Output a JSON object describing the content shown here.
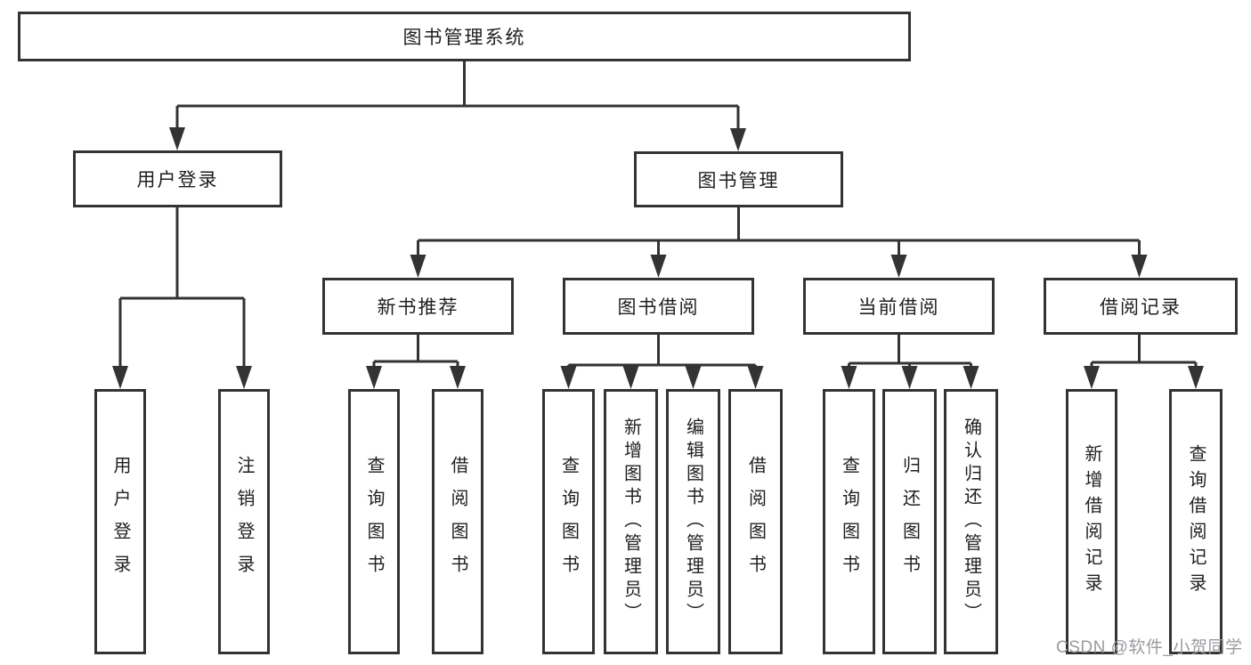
{
  "diagram": {
    "root": {
      "label": "图书管理系统"
    },
    "branches": [
      {
        "label": "用户登录",
        "children": [
          {
            "label": "用户登录"
          },
          {
            "label": "注销登录"
          }
        ]
      },
      {
        "label": "图书管理",
        "children": [
          {
            "label": "新书推荐",
            "children": [
              {
                "label": "查询图书"
              },
              {
                "label": "借阅图书"
              }
            ]
          },
          {
            "label": "图书借阅",
            "children": [
              {
                "label": "查询图书"
              },
              {
                "label": "新增图书（管理员）"
              },
              {
                "label": "编辑图书（管理员）"
              },
              {
                "label": "借阅图书"
              }
            ]
          },
          {
            "label": "当前借阅",
            "children": [
              {
                "label": "查询图书"
              },
              {
                "label": "归还图书"
              },
              {
                "label": "确认归还（管理员）"
              }
            ]
          },
          {
            "label": "借阅记录",
            "children": [
              {
                "label": "新增借阅记录"
              },
              {
                "label": "查询借阅记录"
              }
            ]
          }
        ]
      }
    ]
  },
  "watermark": "CSDN @软件_小贺同学",
  "colors": {
    "line": "#333333",
    "text": "#1f1f1f",
    "background": "#ffffff",
    "watermark": "#9a9aa0"
  }
}
